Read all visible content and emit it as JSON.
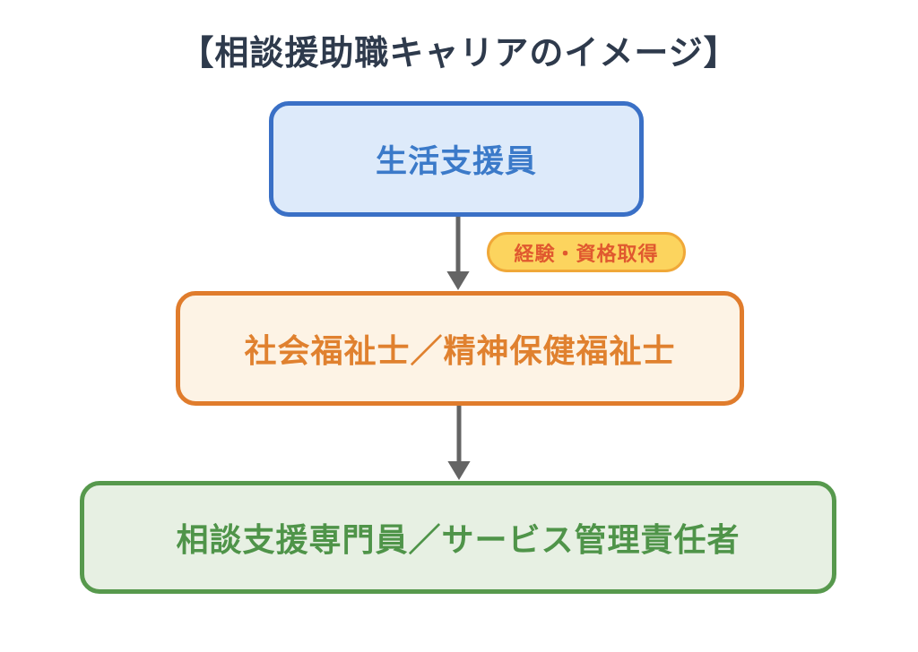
{
  "diagram": {
    "title": "【相談援助職キャリアのイメージ】",
    "title_color": "#2e3a4c",
    "background_color": "#ffffff",
    "nodes": [
      {
        "id": "life-support-worker",
        "label": "生活支援員",
        "border_color": "#3a70c6",
        "fill_color": "#ddeafa",
        "text_color": "#3b7ac9"
      },
      {
        "id": "social-worker",
        "label": "社会福祉士／精神保健福祉士",
        "border_color": "#e07c2c",
        "fill_color": "#fdf3e5",
        "text_color": "#e0812f"
      },
      {
        "id": "consultation-specialist",
        "label": "相談支援専門員／サービス管理責任者",
        "border_color": "#57994d",
        "fill_color": "#e7f0e3",
        "text_color": "#4f9449"
      }
    ],
    "arrows": [
      {
        "from": "生活支援員",
        "to": "社会福祉士／精神保健福祉士",
        "color": "#646464",
        "badge": {
          "label": "経験・資格取得",
          "fill_color": "#fcd45e",
          "border_color": "#f0a838",
          "text_color": "#e0592f"
        }
      },
      {
        "from": "社会福祉士／精神保健福祉士",
        "to": "相談支援専門員／サービス管理責任者",
        "color": "#646464"
      }
    ]
  }
}
